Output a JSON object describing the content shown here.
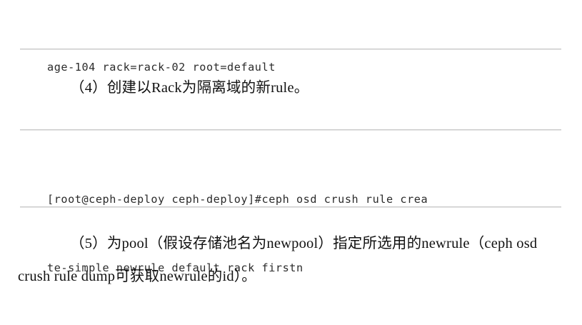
{
  "document": {
    "background_color": "#ffffff",
    "text_color": "#111111",
    "divider_color": "#c9c9c9"
  },
  "blocks": {
    "code_continuation": {
      "lines": [
        "age-104 rack=rack-02 root=default"
      ]
    },
    "code_create_rule": {
      "lines": [
        "[root@ceph-deploy ceph-deploy]#ceph osd crush rule crea",
        "te-simple newrule default rack firstn"
      ]
    }
  },
  "paragraphs": {
    "step4": "（4）创建以Rack为隔离域的新rule。",
    "step5": "（5）为pool（假设存储池名为newpool）指定所选用的newrule（ceph osd crush rule dump可获取newrule的id）。"
  },
  "dividers": [
    {
      "name": "divider-above-step4"
    },
    {
      "name": "divider-below-step4"
    },
    {
      "name": "divider-below-code"
    }
  ]
}
